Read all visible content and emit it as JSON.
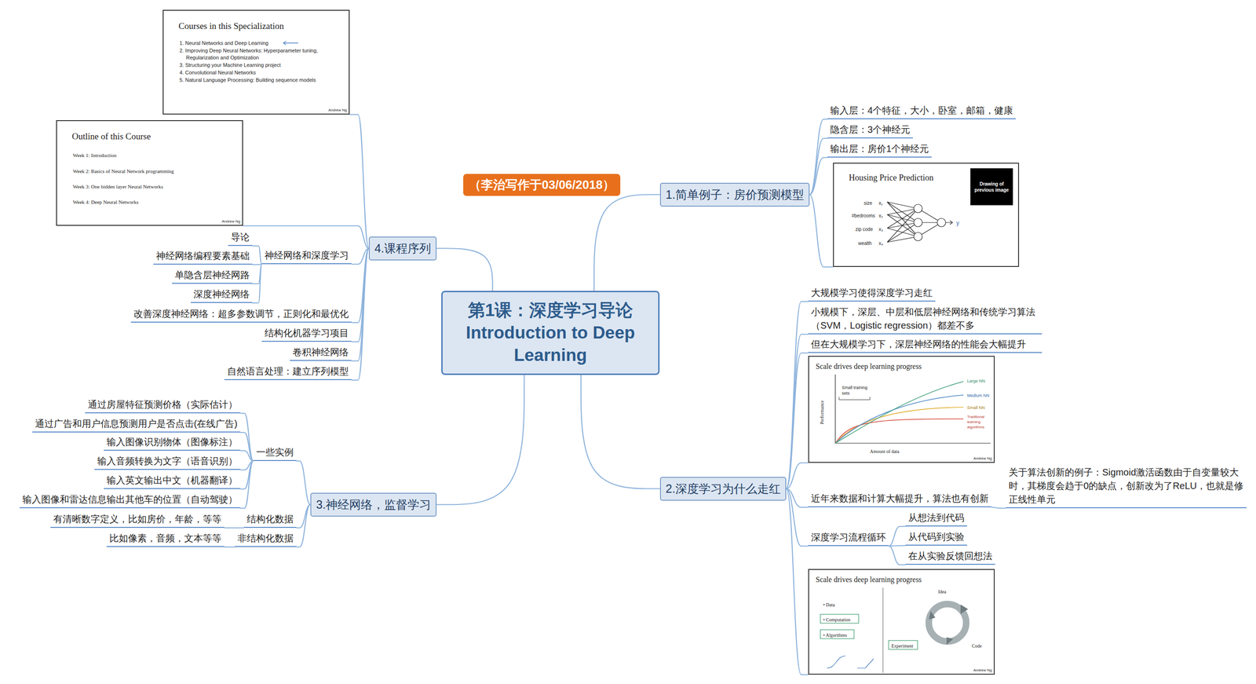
{
  "diagram": {
    "nodes": [
      {
        "text": [
          "（李治写作于03/06/2018）"
        ]
      },
      {
        "text": [
          "第1课：深度学习导论",
          "Introduction to Deep Learning"
        ]
      },
      {
        "text": [
          "1.简单例子：房价预测模型"
        ]
      },
      {
        "text": [
          "输入层：4个特征，大小，卧室，邮箱，健康"
        ]
      },
      {
        "text": [
          "隐含层：3个神经元"
        ]
      },
      {
        "text": [
          "输出层：房价1个神经元"
        ]
      },
      {
        "text": [
          "Housing Price Prediction",
          "size",
          "#bedrooms",
          "zip code",
          "wealth",
          "x₁",
          "x₂",
          "x₃",
          "x₄",
          "y"
        ]
      },
      {
        "text": [
          "Drawing of previous image"
        ],
        "in": 6
      },
      {
        "text": [
          "2.深度学习为什么走红"
        ]
      },
      {
        "text": [
          "大规模学习使得深度学习走红"
        ]
      },
      {
        "text": [
          "小规模下，深层、中层和低层神经网络和传统学习算法（SVM，Logistic regression）都差不多"
        ]
      },
      {
        "text": [
          "但在大规模学习下，深层神经网络的性能会大幅提升"
        ]
      },
      {
        "text": [
          "Scale drives deep learning progress",
          "Performance",
          "Amount of data",
          "Small training sets",
          "Large NN",
          "Medium NN",
          "Small NN",
          "Traditional learning algorithms",
          "Andrew Ng"
        ]
      },
      {
        "text": [
          "近年来数据和计算大幅提升，算法也有创新"
        ]
      },
      {
        "text": [
          "关于算法创新的例子：Sigmoid激活函数由于自变量较大时，其梯度会趋于0的缺点，创新改为了ReLU，也就是修正线性单元"
        ]
      },
      {
        "text": [
          "深度学习流程循环"
        ]
      },
      {
        "text": [
          "从想法到代码"
        ]
      },
      {
        "text": [
          "从代码到实验"
        ]
      },
      {
        "text": [
          "在从实验反馈回想法"
        ]
      },
      {
        "text": [
          "Scale drives deep learning progress",
          "• Data",
          "• Computation",
          "• Algorithms",
          "Idea",
          "Experiment",
          "Code",
          "Andrew Ng"
        ]
      },
      {
        "text": [
          "3.神经网络，监督学习"
        ]
      },
      {
        "text": [
          "一些实例"
        ]
      },
      {
        "text": [
          "通过房屋特征预测价格（实际估计）"
        ]
      },
      {
        "text": [
          "通过广告和用户信息预测用户是否点击(在线广告)"
        ]
      },
      {
        "text": [
          "输入图像识别物体（图像标注）"
        ]
      },
      {
        "text": [
          "输入音频转换为文字（语音识别）"
        ]
      },
      {
        "text": [
          "输入英文输出中文（机器翻译）"
        ]
      },
      {
        "text": [
          "输入图像和雷达信息输出其他车的位置（自动驾驶）"
        ]
      },
      {
        "text": [
          "结构化数据"
        ]
      },
      {
        "text": [
          "有清晰数字定义，比如房价，年龄，等等"
        ]
      },
      {
        "text": [
          "非结构化数据"
        ]
      },
      {
        "text": [
          "比如像素，音频，文本等等"
        ]
      },
      {
        "text": [
          "4.课程序列"
        ]
      },
      {
        "text": [
          "Courses in this Specialization",
          "1. Neural Networks and Deep Learning",
          "2. Improving Deep Neural Networks: Hyperparameter tuning, Regularization and Optimization",
          "3. Structuring your Machine Learning project",
          "4. Convolutional Neural Networks",
          "5. Natural Language Processing: Building sequence models",
          "Andrew Ng"
        ]
      },
      {
        "text": [
          "Outline of this Course",
          "Week 1: Introduction",
          "Week 2: Basics of Neural Network programming",
          "Week 3: One hidden layer Neural Networks",
          "Week 4: Deep Neural Networks",
          "Andrew Ng"
        ]
      },
      {
        "text": [
          "神经网络和深度学习"
        ]
      },
      {
        "text": [
          "导论"
        ]
      },
      {
        "text": [
          "神经网络编程要素基础"
        ]
      },
      {
        "text": [
          "单隐含层神经网路"
        ]
      },
      {
        "text": [
          "深度神经网络"
        ]
      },
      {
        "text": [
          "改善深度神经网络：超多参数调节，正则化和最优化"
        ]
      },
      {
        "text": [
          "结构化机器学习项目"
        ]
      },
      {
        "text": [
          "卷积神经网络"
        ]
      },
      {
        "text": [
          "自然语言处理：建立序列模型"
        ]
      }
    ],
    "edges": [
      {
        "from": 1,
        "to": 2,
        "arrow": "none"
      },
      {
        "from": 1,
        "to": 8,
        "arrow": "none"
      },
      {
        "from": 1,
        "to": 20,
        "arrow": "none"
      },
      {
        "from": 1,
        "to": 32,
        "arrow": "none"
      },
      {
        "from": 2,
        "to": 3,
        "arrow": "none"
      },
      {
        "from": 2,
        "to": 4,
        "arrow": "none"
      },
      {
        "from": 2,
        "to": 5,
        "arrow": "none"
      },
      {
        "from": 2,
        "to": 6,
        "arrow": "none"
      },
      {
        "from": 8,
        "to": 9,
        "arrow": "none"
      },
      {
        "from": 8,
        "to": 10,
        "arrow": "none"
      },
      {
        "from": 8,
        "to": 11,
        "arrow": "none"
      },
      {
        "from": 8,
        "to": 12,
        "arrow": "none"
      },
      {
        "from": 8,
        "to": 13,
        "arrow": "none"
      },
      {
        "from": 8,
        "to": 15,
        "arrow": "none"
      },
      {
        "from": 8,
        "to": 19,
        "arrow": "none"
      },
      {
        "from": 13,
        "to": 14,
        "arrow": "none"
      },
      {
        "from": 15,
        "to": 16,
        "arrow": "none"
      },
      {
        "from": 15,
        "to": 17,
        "arrow": "none"
      },
      {
        "from": 15,
        "to": 18,
        "arrow": "none"
      },
      {
        "from": 20,
        "to": 21,
        "arrow": "none"
      },
      {
        "from": 20,
        "to": 28,
        "arrow": "none"
      },
      {
        "from": 20,
        "to": 30,
        "arrow": "none"
      },
      {
        "from": 21,
        "to": 22,
        "arrow": "none"
      },
      {
        "from": 21,
        "to": 23,
        "arrow": "none"
      },
      {
        "from": 21,
        "to": 24,
        "arrow": "none"
      },
      {
        "from": 21,
        "to": 25,
        "arrow": "none"
      },
      {
        "from": 21,
        "to": 26,
        "arrow": "none"
      },
      {
        "from": 21,
        "to": 27,
        "arrow": "none"
      },
      {
        "from": 28,
        "to": 29,
        "arrow": "none"
      },
      {
        "from": 30,
        "to": 31,
        "arrow": "none"
      },
      {
        "from": 32,
        "to": 33,
        "arrow": "none"
      },
      {
        "from": 32,
        "to": 34,
        "arrow": "none"
      },
      {
        "from": 32,
        "to": 35,
        "arrow": "none"
      },
      {
        "from": 32,
        "to": 40,
        "arrow": "none"
      },
      {
        "from": 32,
        "to": 41,
        "arrow": "none"
      },
      {
        "from": 32,
        "to": 42,
        "arrow": "none"
      },
      {
        "from": 32,
        "to": 43,
        "arrow": "none"
      },
      {
        "from": 35,
        "to": 36,
        "arrow": "none"
      },
      {
        "from": 35,
        "to": 37,
        "arrow": "none"
      },
      {
        "from": 35,
        "to": 38,
        "arrow": "none"
      },
      {
        "from": 35,
        "to": 39,
        "arrow": "none"
      }
    ]
  }
}
